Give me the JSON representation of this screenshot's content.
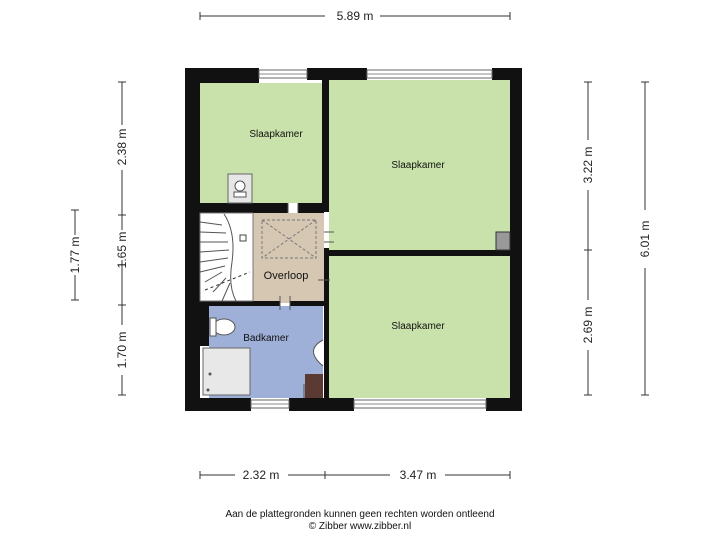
{
  "dimensions": {
    "top_width": "5.89 m",
    "bottom_left": "2.32 m",
    "bottom_right": "3.47 m",
    "left_outer": "1.77 m",
    "left_top": "2.38 m",
    "left_mid": "1.65 m",
    "left_bottom": "1.70 m",
    "right_top": "3.22 m",
    "right_bottom": "2.69 m",
    "right_total": "6.01 m"
  },
  "rooms": {
    "bedroom_top_left": "Slaapkamer",
    "bedroom_top_right": "Slaapkamer",
    "bedroom_bottom_right": "Slaapkamer",
    "landing": "Overloop",
    "bathroom": "Badkamer"
  },
  "colors": {
    "bedroom": "#c9e2ab",
    "landing": "#d6c7b3",
    "bathroom": "#9eb0d8",
    "wall": "#111111"
  },
  "footer": {
    "disclaimer": "Aan de plattegronden kunnen geen rechten worden ontleend",
    "credit": "© Zibber www.zibber.nl"
  }
}
